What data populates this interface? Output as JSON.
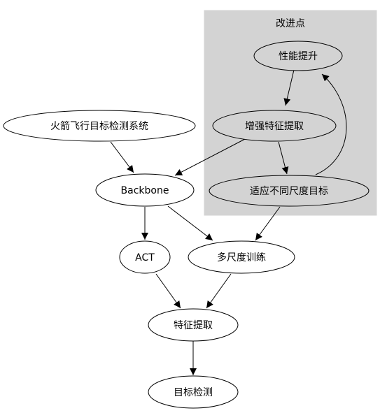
{
  "cluster": {
    "label": "改进点",
    "fill": "#d3d3d3"
  },
  "nodes": {
    "perf": "性能提升",
    "enhance": "增强特征提取",
    "adapt": "适应不同尺度目标",
    "system": "火箭飞行目标检测系统",
    "backbone": "Backbone",
    "act": "ACT",
    "multiscale": "多尺度训练",
    "feature": "特征提取",
    "detect": "目标检测"
  },
  "colors": {
    "stroke": "#000000",
    "node_fill": "#ffffff",
    "cluster_node_fill": "#d3d3d3"
  }
}
